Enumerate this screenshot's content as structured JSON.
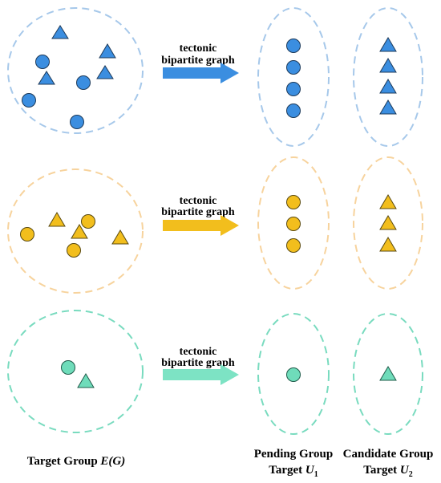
{
  "arrow_label_line1": "tectonic",
  "arrow_label_line2": "bipartite graph",
  "captions": {
    "target_group_text": "Target Group ",
    "target_group_symbol": "E(G)",
    "pending_line1": "Pending Group",
    "pending_line2_text": "Target ",
    "pending_symbol": "U",
    "pending_subscript": "1",
    "candidate_line1": "Candidate Group",
    "candidate_line2_text": "Target ",
    "candidate_symbol": "U",
    "candidate_subscript": "2"
  },
  "rows": [
    {
      "name": "blue",
      "stroke": "#a6c8ea",
      "fill": "#3b8ee0",
      "arrow": "#3b8ee0",
      "circles": 4,
      "triangles": 4
    },
    {
      "name": "yellow",
      "stroke": "#f7d39d",
      "fill": "#f2be1d",
      "arrow": "#f2be1d",
      "circles": 3,
      "triangles": 3
    },
    {
      "name": "teal",
      "stroke": "#79dbbf",
      "fill": "#6fdcba",
      "arrow": "#7de3c4",
      "circles": 1,
      "triangles": 1
    }
  ]
}
